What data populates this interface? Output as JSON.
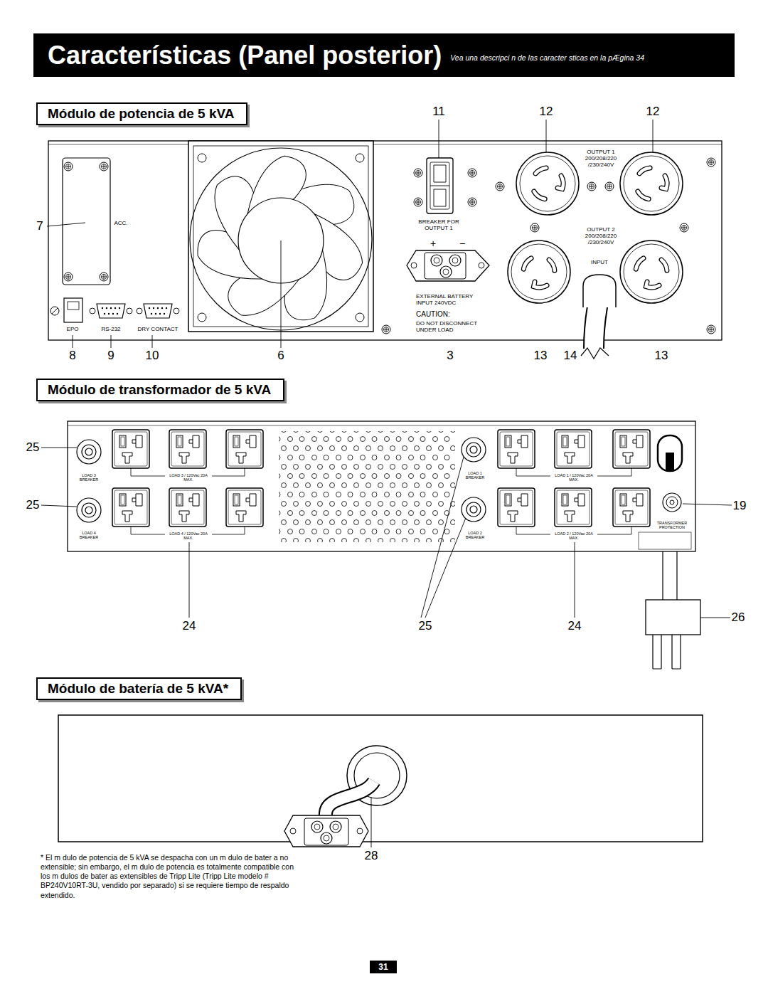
{
  "diagram": {
    "title": "Características (Panel posterior)",
    "nodes": [
      {
        "text": [
          "Características (Panel posterior)",
          "Vea una descripci n de las caracter sticas en la pÆgina 34"
        ]
      },
      {
        "text": [
          "Módulo de potencia de 5 kVA"
        ]
      },
      {
        "text": [
          "Módulo de transformador de 5 kVA"
        ]
      },
      {
        "text": [
          "Módulo de batería de 5 kVA*"
        ]
      },
      {
        "text": [
          "31"
        ]
      }
    ],
    "labels": [
      "11",
      "12",
      "12",
      "7",
      "ACC.",
      "EPO",
      "RS-232",
      "DRY CONTACT",
      "8",
      "9",
      "10",
      "6",
      "BREAKER FOR OUTPUT 1",
      "+",
      "−",
      "OUTPUT 1 200/208/220 /230/240V",
      "OUTPUT 2 200/208/220 /230/240V",
      "INPUT",
      "EXTERNAL BATTERY INPUT 240VDC",
      "CAUTION:",
      "DO NOT DISCONNECT UNDER LOAD",
      "3",
      "13",
      "14",
      "13",
      "25",
      "25",
      "LOAD 3 BREAKER",
      "LOAD 3 / 120Vac 20A MAX.",
      "LOAD 1 BREAKER",
      "LOAD 1 / 120Vac 20A MAX.",
      "TRANSFORMER PROTECTION",
      "19",
      "LOAD 4 BREAKER",
      "LOAD 4 / 120Vac 20A MAX.",
      "LOAD 2 BREAKER",
      "LOAD 2 / 120Vac 20A MAX.",
      "24",
      "25",
      "24",
      "26",
      "28",
      "* El m dulo de potencia de 5 kVA se despacha con un m dulo de bater a no extensible; sin embargo, el m dulo de potencia es totalmente compatible con los m dulos de bater as extensibles de Tripp Lite (Tripp Lite modelo # BP240V10RT-3U, vendido por separado) si se requiere tiempo de respaldo extendido."
    ]
  }
}
